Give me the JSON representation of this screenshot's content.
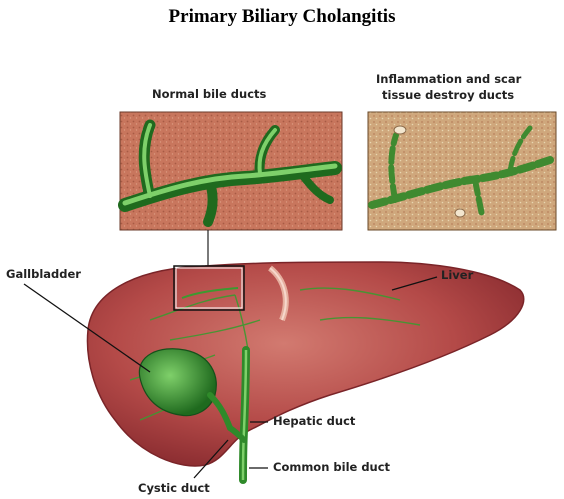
{
  "title": "Primary Biliary Cholangitis",
  "labels": {
    "normal": "Normal bile ducts",
    "inflamed_line1": "Inflammation and scar",
    "inflamed_line2": "tissue destroy ducts",
    "gallbladder": "Gallbladder",
    "liver": "Liver",
    "hepatic_duct": "Hepatic duct",
    "common_bile_duct": "Common bile duct",
    "cystic_duct": "Cystic duct"
  },
  "colors": {
    "liver": "#b84848",
    "liver_light": "#d98a80",
    "duct_green": "#2f8a2a",
    "duct_light": "#6cc35a",
    "panel_tissue": "#c97a62",
    "panel_inflamed": "#d7c39a"
  }
}
